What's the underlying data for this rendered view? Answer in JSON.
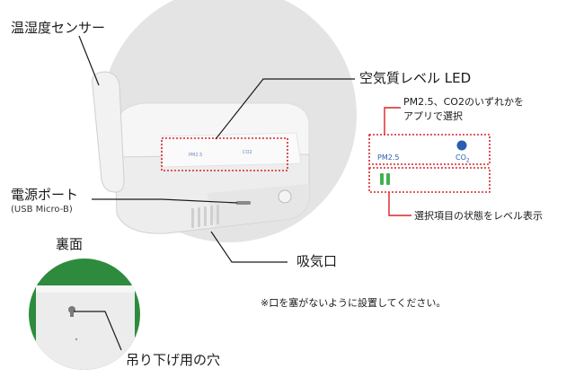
{
  "labels": {
    "humidity_sensor": "温湿度センサー",
    "air_quality_led": "空気質レベル LED",
    "led_select_note_line1": "PM2.5、CO2のいずれかを",
    "led_select_note_line2": "アプリで選択",
    "power_port": "電源ポート",
    "power_port_sub": "(USB Micro-B)",
    "back_side": "裏面",
    "level_display_note": "選択項目の状態をレベル表示",
    "air_intake": "吸気口",
    "air_intake_note": "※口を塞がないように設置してください。",
    "hanging_hole": "吊り下げ用の穴"
  },
  "led_panel": {
    "pm25": "PM2.5",
    "co2_prefix": "CO",
    "co2_sub": "2"
  },
  "device_face": {
    "pm25_mark": "PM2.5",
    "co2_mark": "CO2"
  },
  "colors": {
    "callout_red": "#d9232b",
    "led_blue": "#2a5db0",
    "led_green": "#3fb34f",
    "background_green": "#2e8b3e",
    "device_grey_circle": "#e3e3e3"
  }
}
